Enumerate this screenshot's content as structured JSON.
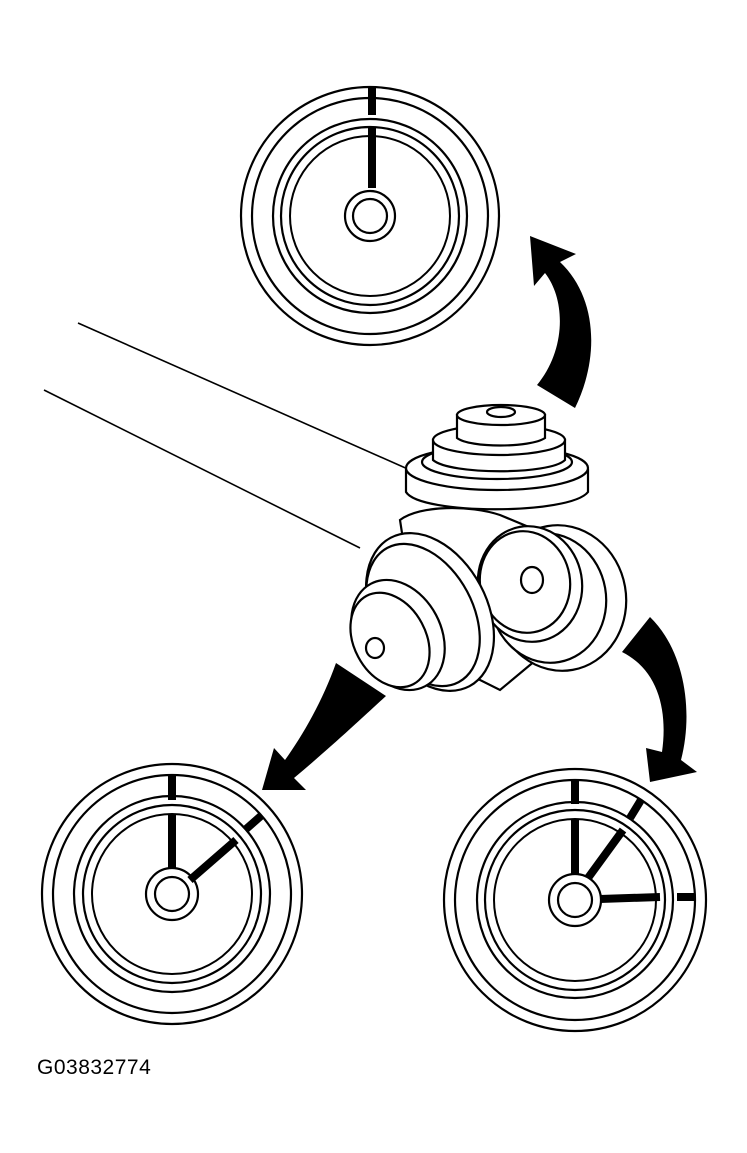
{
  "figure": {
    "id_label": "G03832774"
  },
  "colors": {
    "ink": "#000000",
    "paper": "#ffffff"
  },
  "elements": {
    "top_dial": "single-mark-dial",
    "bottom_left_dial": "two-mark-dial",
    "bottom_right_dial": "three-mark-dial",
    "center_part": "tripod-joint-spider",
    "arrows": [
      "curved-arrow-up",
      "curved-arrow-down-left",
      "curved-arrow-down-right"
    ]
  }
}
